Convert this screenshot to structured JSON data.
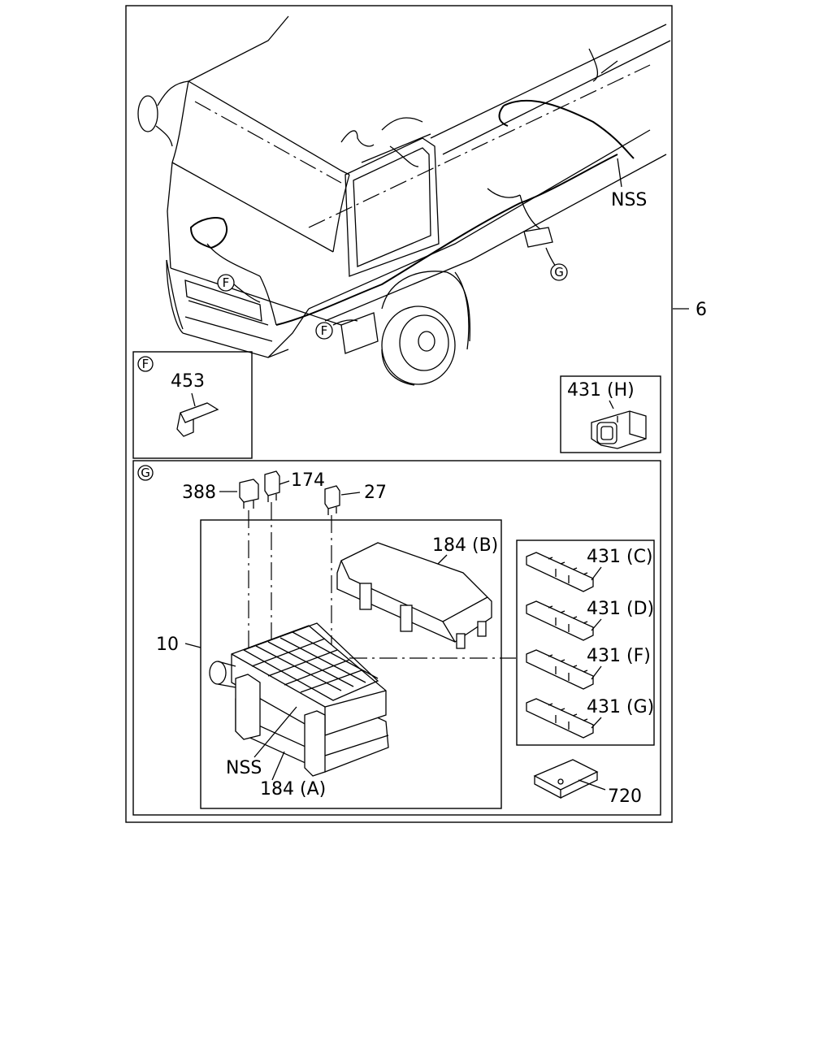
{
  "labels": {
    "nss_harness": "NSS",
    "ref_g_harness": "G",
    "ref_f_front": "F",
    "ref_f_wheel": "F",
    "assembly": "6",
    "detail_f_marker": "F",
    "part_453": "453",
    "part_431h": "431 (H)",
    "detail_g_marker": "G",
    "part_388": "388",
    "part_174": "174",
    "part_27": "27",
    "part_184b": "184 (B)",
    "part_10": "10",
    "part_nss_box": "NSS",
    "part_184a": "184 (A)",
    "part_431c": "431 (C)",
    "part_431d": "431 (D)",
    "part_431f": "431 (F)",
    "part_431g": "431 (G)",
    "part_720": "720"
  }
}
